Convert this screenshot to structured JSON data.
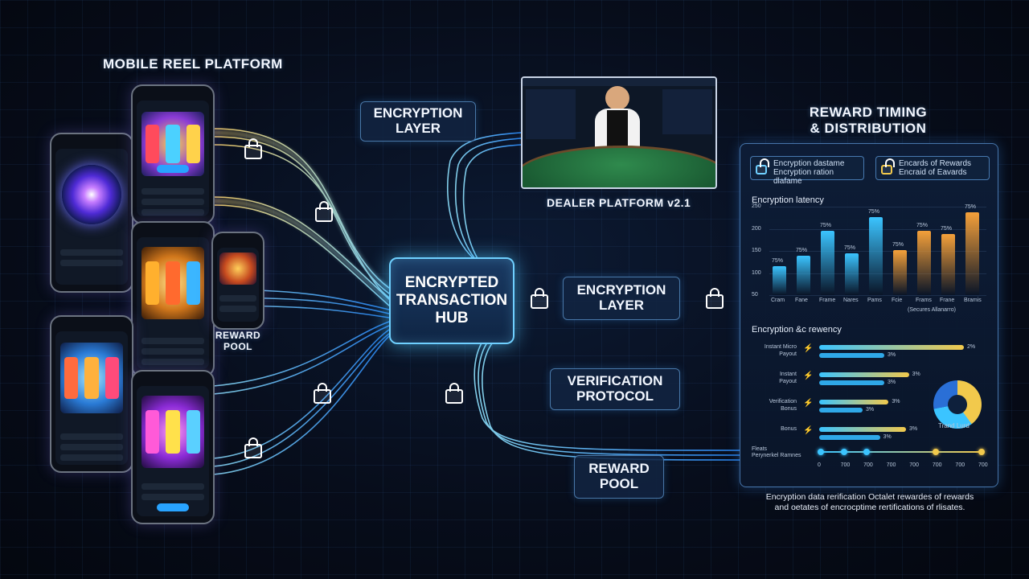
{
  "titles": {
    "mobile": "MOBILE REEL PLATFORM",
    "reward_timing_line1": "REWARD TIMING",
    "reward_timing_line2": "& DISTRIBUTION",
    "dealer": "DEALER PLATFORM v2.1"
  },
  "nodes": {
    "hub_line1": "ENCRYPTED",
    "hub_line2": "TRANSACTION",
    "hub_line3": "HUB",
    "enc_top_line1": "ENCRYPTION",
    "enc_top_line2": "LAYER",
    "enc_mid_line1": "ENCRYPTION",
    "enc_mid_line2": "LAYER",
    "verification_line1": "VERIFICATION",
    "verification_line2": "PROTOCOL",
    "reward_pool_line1": "REWARD",
    "reward_pool_line2": "POOL",
    "reward_pool_small_line1": "REWARD",
    "reward_pool_small_line2": "POOL"
  },
  "panel": {
    "chip_left_line1": "Encryption dastame",
    "chip_left_line2": "Encryption ration dlafame",
    "chip_right_line1": "Encards of Rewards",
    "chip_right_line2": "Encraid of Eavards",
    "latency_title": "Encryption latency",
    "latency_yticks": [
      "250",
      "200",
      "150",
      "100",
      "50"
    ],
    "latency_bars": [
      {
        "label": "75%",
        "cat": "Cram",
        "value": 33,
        "color": "#3bc4ff"
      },
      {
        "label": "75%",
        "cat": "Fane",
        "value": 45,
        "color": "#3bc4ff"
      },
      {
        "label": "75%",
        "cat": "Frame",
        "value": 73,
        "color": "#3bc4ff"
      },
      {
        "label": "75%",
        "cat": "Nares",
        "value": 47,
        "color": "#3bc4ff"
      },
      {
        "label": "75%",
        "cat": "Pams",
        "value": 88,
        "color": "#3bc4ff"
      },
      {
        "label": "75%",
        "cat": "Fcie",
        "value": 51,
        "color": "#f4a03a"
      },
      {
        "label": "75%",
        "cat": "Frams",
        "value": 73,
        "color": "#f4a03a"
      },
      {
        "label": "75%",
        "cat": "Frane",
        "value": 69,
        "color": "#f4a03a"
      },
      {
        "label": "75%",
        "cat": "Bramis",
        "value": 94,
        "color": "#f4a03a"
      }
    ],
    "latency_caption": "(Secures Allanarro)",
    "freq_title": "Encryption &c rewency",
    "freq_rows": [
      {
        "label_line1": "Instant Micro",
        "label_line2": "Payout",
        "a": 1.0,
        "b": 0.45,
        "a_text": "2%",
        "b_text": "3%"
      },
      {
        "label_line1": "Instant",
        "label_line2": "Payout",
        "a": 0.62,
        "b": 0.45,
        "a_text": "3%",
        "b_text": "3%"
      },
      {
        "label_line1": "Verification",
        "label_line2": "Bonus",
        "a": 0.48,
        "b": 0.3,
        "a_text": "3%",
        "b_text": "3%"
      },
      {
        "label_line1": "Bonus",
        "label_line2": "",
        "a": 0.6,
        "b": 0.42,
        "a_text": "3%",
        "b_text": "3%"
      }
    ],
    "donut_label": "Trand Lurd",
    "timeline_label_line1": "Fleats",
    "timeline_label_line2": "Perynerkel Ramnes",
    "timeline_ticks": [
      "0",
      "700",
      "700",
      "700",
      "700",
      "700",
      "700",
      "700"
    ],
    "footer_line1": "Encryption data rerification Octalet rewardes of rewards",
    "footer_line2": "and oetates of encrocptime rertifications of rlisates."
  },
  "colors": {
    "cyan": "#3bc4ff",
    "orange": "#f4a03a",
    "gold": "#f2c94c",
    "magenta": "#b04cff"
  }
}
